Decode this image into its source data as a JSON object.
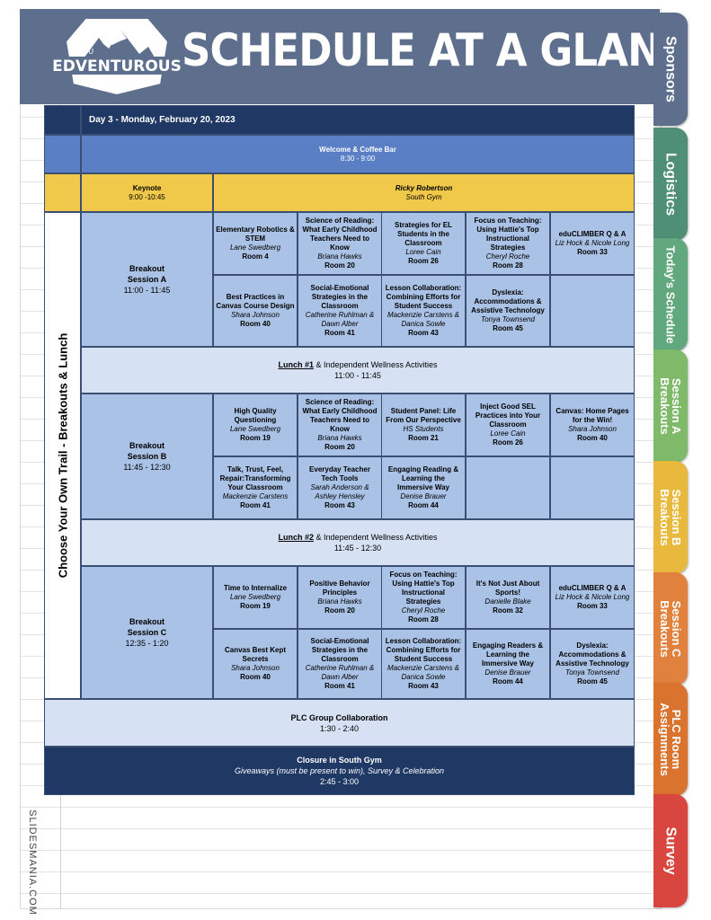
{
  "header": {
    "title": "SCHEDULE AT A GLANCE",
    "logo_text": "EDVENTUROUS",
    "logo_small": "EDU"
  },
  "tabs": [
    {
      "label": "Sponsors",
      "color": "#5d6f8c"
    },
    {
      "label": "Logistics",
      "color": "#4e8f76"
    },
    {
      "label": "Today's Schedule",
      "color": "#62a87f"
    },
    {
      "label": "Session A Breakouts",
      "color": "#7fb96a"
    },
    {
      "label": "Session B Breakouts",
      "color": "#e8b93c"
    },
    {
      "label": "Session C Breakouts",
      "color": "#e0823e"
    },
    {
      "label": "PLC Room Assignments",
      "color": "#d9732e"
    },
    {
      "label": "Survey",
      "color": "#d8463f"
    }
  ],
  "day": "Day 3 - Monday, February 20, 2023",
  "welcome": {
    "title": "Welcome & Coffee Bar",
    "time": "8:30 - 9:00"
  },
  "keynote": {
    "label": "Keynote",
    "time": "9:00 -10:45",
    "speaker": "Ricky Robertson",
    "location": "South Gym"
  },
  "side_label": "Choose Your Own Trail - Breakouts & Lunch",
  "session_a": {
    "label": "Breakout",
    "name": "Session A",
    "time": "11:00 - 11:45",
    "row1": [
      {
        "t": "Elementary Robotics & STEM",
        "p": "Lane Swedberg",
        "r": "Room 4"
      },
      {
        "t": "Science of Reading: What Early Childhood Teachers Need to Know",
        "p": "Briana Hawks",
        "r": "Room 20"
      },
      {
        "t": "Strategies for EL Students in the Classroom",
        "p": "Loree Cain",
        "r": "Room 26"
      },
      {
        "t": "Focus on Teaching: Using Hattie's Top Instructional Strategies",
        "p": "Cheryl Roche",
        "r": "Room 28"
      },
      {
        "t": "eduCLIMBER Q & A",
        "p": "Liz Hock & Nicole Long",
        "r": "Room 33"
      }
    ],
    "row2": [
      {
        "t": "Best Practices in Canvas Course Design",
        "p": "Shara Johnson",
        "r": "Room 40"
      },
      {
        "t": "Social-Emotional Strategies in the Classroom",
        "p": "Catherine Ruhlman & Dawn Alber",
        "r": "Room 41"
      },
      {
        "t": "Lesson Collaboration: Combining Efforts for Student Success",
        "p": "Mackenzie Carstens & Danica Sowle",
        "r": "Room 43"
      },
      {
        "t": "Dyslexia: Accommodations & Assistive Technology",
        "p": "Tonya Townsend",
        "r": "Room 45"
      }
    ]
  },
  "lunch1": {
    "label": "Lunch #1",
    "rest": "& Independent Wellness Activities",
    "time": "11:00 - 11:45"
  },
  "session_b": {
    "label": "Breakout",
    "name": "Session B",
    "time": "11:45 - 12:30",
    "row1": [
      {
        "t": "High Quality Questioning",
        "p": "Lane Swedberg",
        "r": "Room 19"
      },
      {
        "t": "Science of Reading: What Early Childhood Teachers Need to Know",
        "p": "Briana Hawks",
        "r": "Room 20"
      },
      {
        "t": "Student Panel: Life From Our Perspective",
        "p": "HS Students",
        "r": "Room 21"
      },
      {
        "t": "Inject Good SEL Practices into Your Classroom",
        "p": "Loree Cain",
        "r": "Room 26"
      },
      {
        "t": "Canvas: Home Pages for the Win!",
        "p": "Shara Johnson",
        "r": "Room 40"
      }
    ],
    "row2": [
      {
        "t": "Talk, Trust, Feel, Repair:Transforming Your Classroom",
        "p": "Mackenzie Carstens",
        "r": "Room 41"
      },
      {
        "t": "Everyday Teacher Tech Tools",
        "p": "Sarah Anderson & Ashley Hensley",
        "r": "Room 43"
      },
      {
        "t": "Engaging Reading & Learning the Immersive Way",
        "p": "Denise Brauer",
        "r": "Room 44"
      }
    ]
  },
  "lunch2": {
    "label": "Lunch #2",
    "rest": "& Independent Wellness Activities",
    "time": "11:45 - 12:30"
  },
  "session_c": {
    "label": "Breakout",
    "name": "Session C",
    "time": "12:35 - 1:20",
    "row1": [
      {
        "t": "Time to Internalize",
        "p": "Lane Swedberg",
        "r": "Room 19"
      },
      {
        "t": "Positive Behavior Principles",
        "p": "Briana Hawks",
        "r": "Room 20"
      },
      {
        "t": "Focus on Teaching: Using Hattie's Top Instructional Strategies",
        "p": "Cheryl Roche",
        "r": "Room 28"
      },
      {
        "t": "It's Not Just About Sports!",
        "p": "Danielle Blake",
        "r": "Room 32"
      },
      {
        "t": "eduCLIMBER Q & A",
        "p": "Liz Hock & Nicole Long",
        "r": "Room 33"
      }
    ],
    "row2": [
      {
        "t": "Canvas Best Kept Secrets",
        "p": "Shara Johnson",
        "r": "Room 40"
      },
      {
        "t": "Social-Emotional Strategies in the Classroom",
        "p": "Catherine Ruhlman & Dawn Alber",
        "r": "Room 41"
      },
      {
        "t": "Lesson Collaboration: Combining Efforts for Student Success",
        "p": "Mackenzie Carstens & Danica Sowle",
        "r": "Room 43"
      },
      {
        "t": "Engaging Readers & Learning the Immersive Way",
        "p": "Denise Brauer",
        "r": "Room 44"
      },
      {
        "t": "Dyslexia: Accommodations & Assistive Technology",
        "p": "Tonya Townsend",
        "r": "Room 45"
      }
    ]
  },
  "plc": {
    "title": "PLC Group Collaboration",
    "time": "1:30 - 2:40"
  },
  "closure": {
    "title": "Closure in South Gym",
    "sub": "Giveaways (must be present to win), Survey & Celebration",
    "time": "2:45 - 3:00"
  },
  "footer": "SLIDESMANIA.COM",
  "colors": {
    "navy": "#1f3864",
    "blue": "#5b7fc4",
    "gold": "#f0c84a",
    "session": "#a9c2e5",
    "lunch": "#d6e2f3"
  }
}
